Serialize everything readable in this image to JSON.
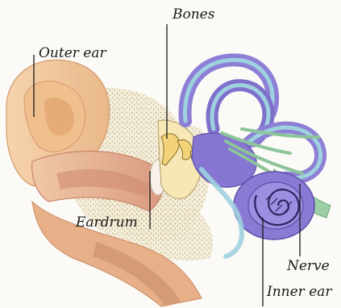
{
  "labels": {
    "outer_ear": "Outer ear",
    "bones": "Bones",
    "eardrum": "Eardrum",
    "nerve": "Nerve",
    "inner_ear": "Inner ear"
  },
  "colors": {
    "background": "#fbfaf6",
    "skin": "#f2c79a",
    "canal": "#e8b08a",
    "bone_speckle": "#c9b98a",
    "inner_ear_purple": "#8d7fd6",
    "canal_blue": "#8fc7d8",
    "nerve_green": "#8cc49a"
  }
}
